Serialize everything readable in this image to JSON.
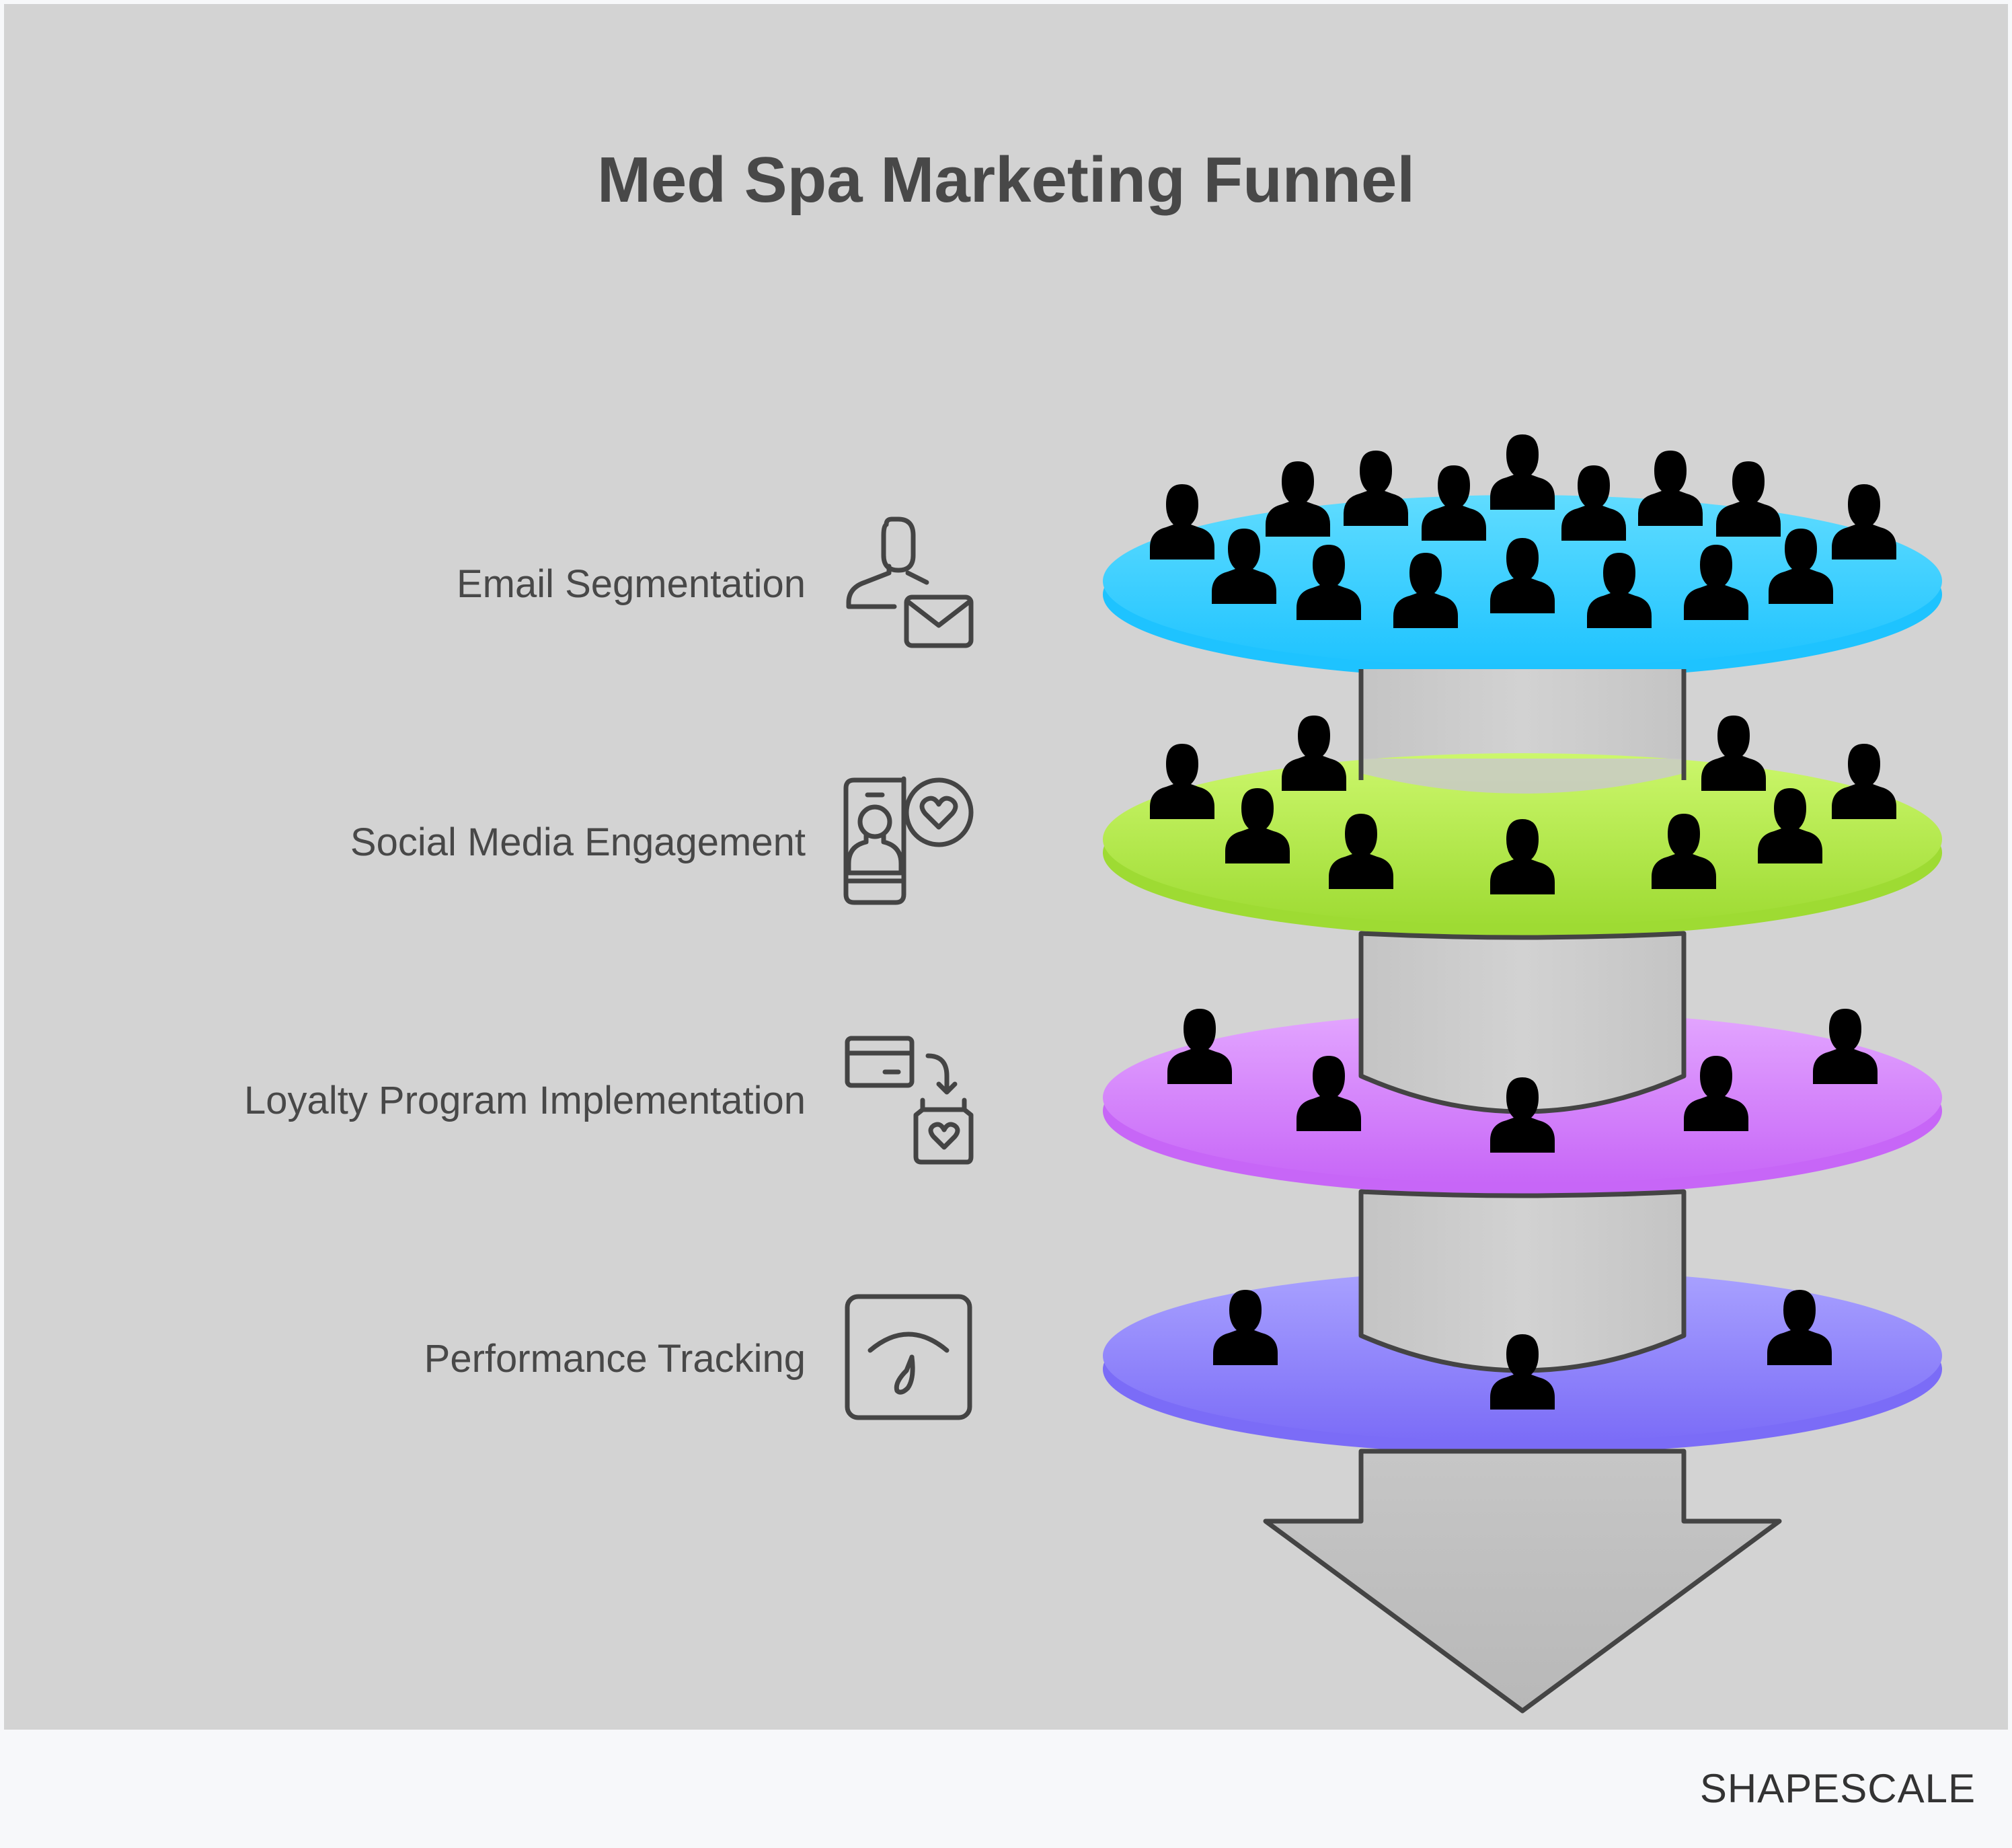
{
  "title": "Med Spa Marketing Funnel",
  "stages": [
    {
      "label": "Email Segmentation",
      "icon": "user-email-icon",
      "color_top": "#60dcff",
      "color_bottom": "#1ec3ff"
    },
    {
      "label": "Social Media Engagement",
      "icon": "phone-user-heart-icon",
      "color_top": "#ccf76c",
      "color_bottom": "#9edb33"
    },
    {
      "label": "Loyalty Program Implementation",
      "icon": "card-to-loyalty-bag-icon",
      "color_top": "#e3a6ff",
      "color_bottom": "#c766f7"
    },
    {
      "label": "Performance Tracking",
      "icon": "gauge-icon",
      "color_top": "#a9a2ff",
      "color_bottom": "#7b6cf7"
    }
  ],
  "arrow_icon": "down-arrow-icon",
  "brand": "SHAPESCALE",
  "colors": {
    "panel": "#d3d3d3",
    "footer": "#f7f8fa",
    "outline": "#444444",
    "person_fill": "#c2c2c2",
    "pipe_fill": "#c9c9c9"
  }
}
